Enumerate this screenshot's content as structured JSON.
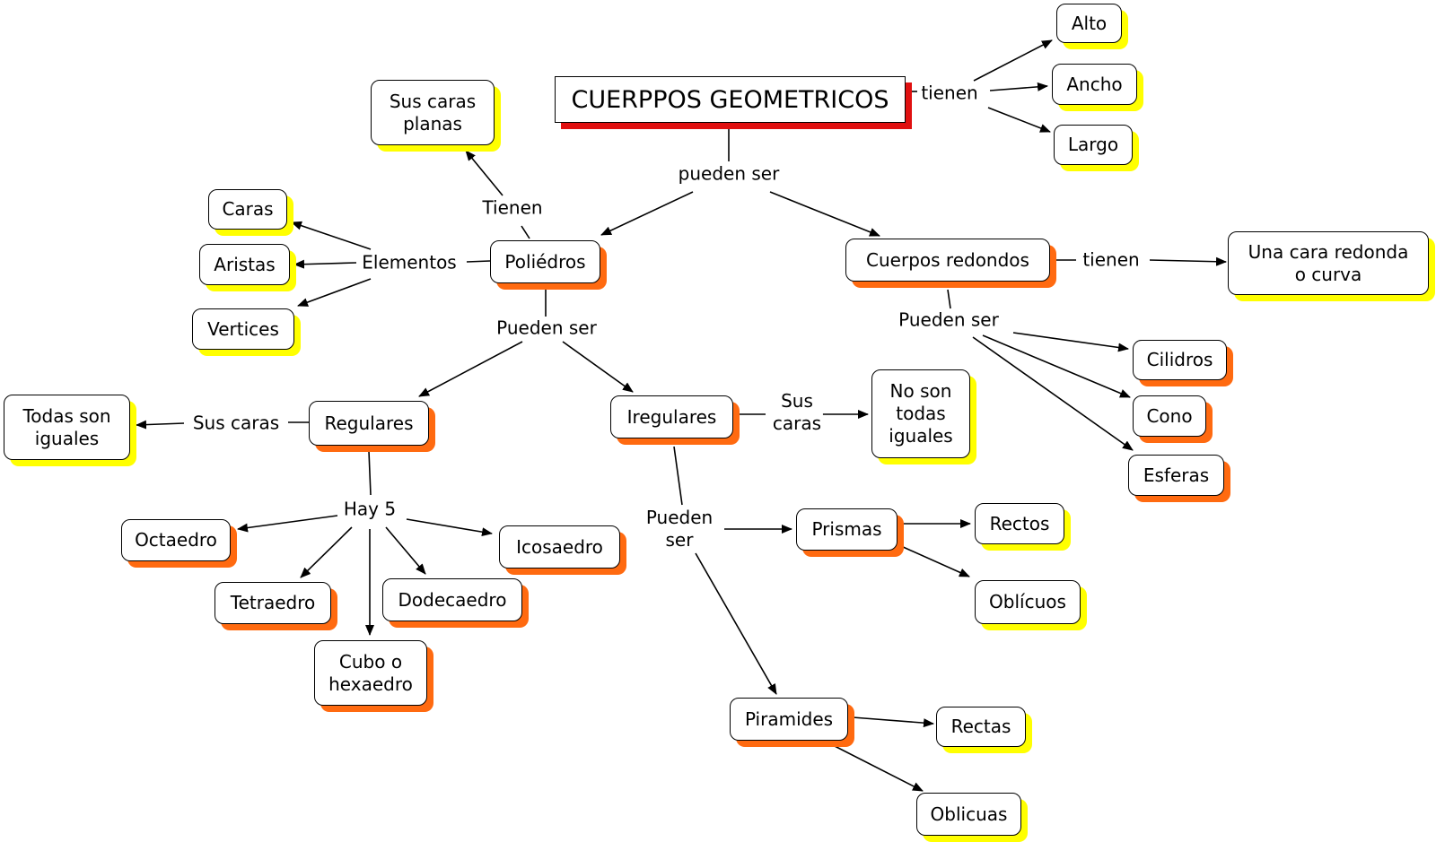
{
  "title": "CUERPPOS GEOMETRICOS",
  "colors": {
    "shadow_yellow": "#ffff00",
    "shadow_orange": "#ff6a10",
    "shadow_red": "#e01010"
  },
  "nodes": {
    "alto": "Alto",
    "ancho": "Ancho",
    "largo": "Largo",
    "sus_caras_planas": "Sus caras\nplanas",
    "caras": "Caras",
    "aristas": "Aristas",
    "vertices": "Vertices",
    "poliedros": "Poliédros",
    "cuerpos_redondos": "Cuerpos redondos",
    "una_cara_redonda": "Una cara redonda\no curva",
    "cilidros": "Cilidros",
    "cono": "Cono",
    "esferas": "Esferas",
    "todas_iguales": "Todas son\niguales",
    "regulares": "Regulares",
    "iregulares": "Iregulares",
    "no_todas_iguales": "No son\ntodas\niguales",
    "octaedro": "Octaedro",
    "tetraedro": "Tetraedro",
    "cubo": "Cubo o\nhexaedro",
    "dodecaedro": "Dodecaedro",
    "icosaedro": "Icosaedro",
    "prismas": "Prismas",
    "rectos": "Rectos",
    "oblicuos_prisma": "Oblícuos",
    "piramides": "Piramides",
    "rectas": "Rectas",
    "oblicuas": "Oblicuas"
  },
  "links": {
    "tienen_title": "tienen",
    "pueden_ser_title": "pueden ser",
    "tienen_poliedros": "Tienen",
    "elementos": "Elementos",
    "pueden_ser_poliedros": "Pueden ser",
    "tienen_redondos": "tienen",
    "pueden_ser_redondos": "Pueden ser",
    "sus_caras_regulares": "Sus caras",
    "sus_caras_iregulares": "Sus\ncaras",
    "hay_5": "Hay 5",
    "pueden_ser_iregulares": "Pueden\nser"
  }
}
